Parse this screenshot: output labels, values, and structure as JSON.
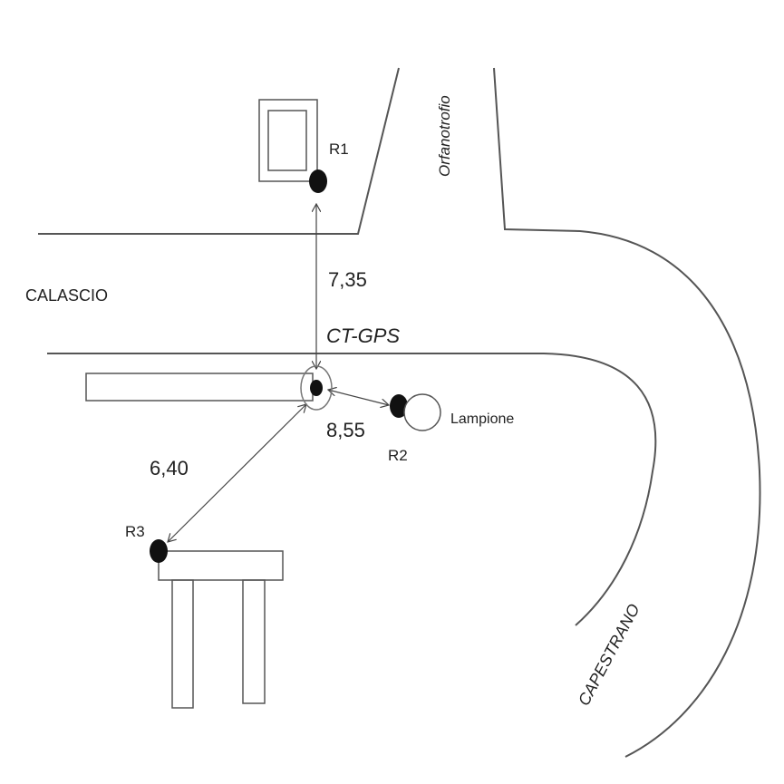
{
  "labels": {
    "street_top": "Orfanotrofio",
    "street_left": "CALASCIO",
    "street_right": "CAPESTRANO",
    "station": "CT-GPS",
    "lamp": "Lampione",
    "r1": "R1",
    "r2": "R2",
    "r3": "R3"
  },
  "distances": {
    "r1": "7,35",
    "r2": "8,55",
    "r3": "6,40"
  }
}
